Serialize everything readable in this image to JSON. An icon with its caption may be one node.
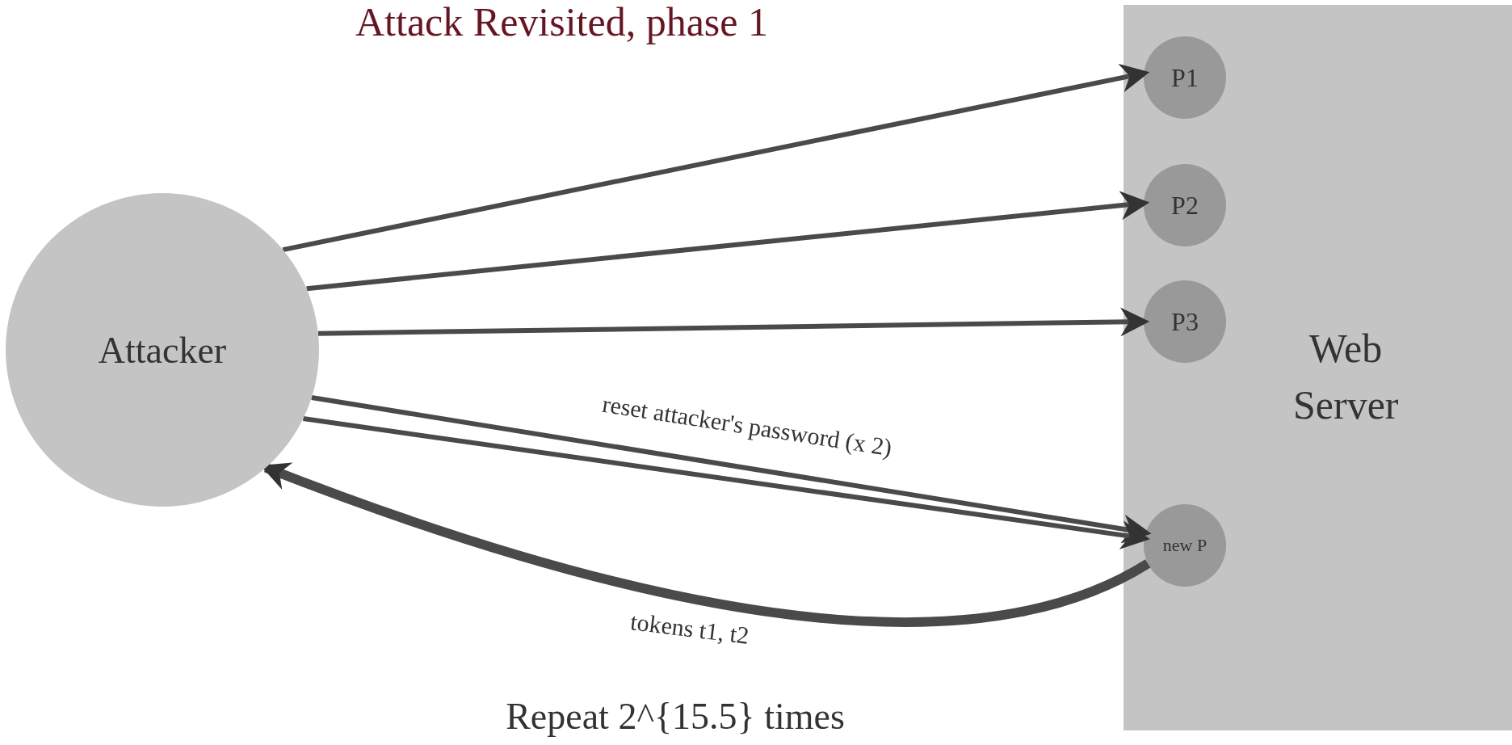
{
  "diagram": {
    "title": "Attack Revisited, phase 1",
    "nodes": [
      {
        "text": [
          "Attacker"
        ]
      },
      {
        "text": [
          "Web Server"
        ]
      },
      {
        "text": [
          "P1"
        ],
        "in": 1
      },
      {
        "text": [
          "P2"
        ],
        "in": 1
      },
      {
        "text": [
          "P3"
        ],
        "in": 1
      },
      {
        "text": [
          "new P"
        ],
        "in": 1
      }
    ],
    "edges": [
      {
        "from": 0,
        "to": 2,
        "arrow": "to"
      },
      {
        "from": 0,
        "to": 3,
        "arrow": "to"
      },
      {
        "from": 0,
        "to": 4,
        "arrow": "to"
      },
      {
        "from": 0,
        "to": 5,
        "arrow": "to",
        "label": "reset attacker's password (x 2)"
      },
      {
        "from": 0,
        "to": 5,
        "arrow": "to"
      },
      {
        "from": 5,
        "to": 0,
        "arrow": "to",
        "label": "tokens t1, t2",
        "style": "thick"
      }
    ],
    "labels": [
      "Repeat 2^{15.5} times"
    ]
  }
}
